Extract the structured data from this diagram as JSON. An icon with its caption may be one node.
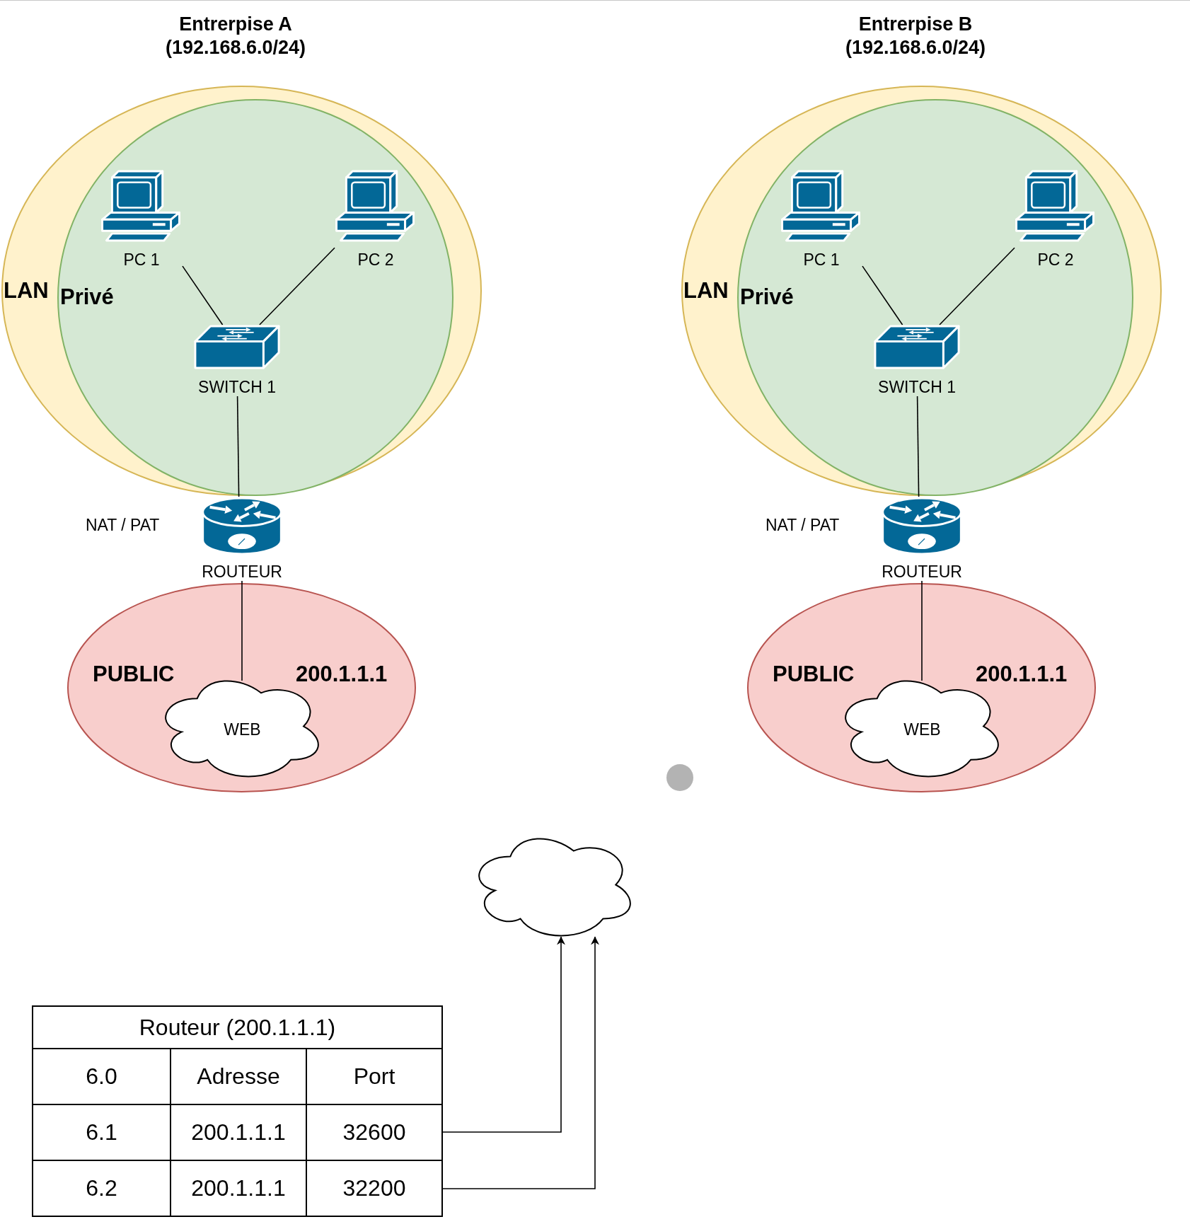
{
  "diagram": {
    "nodes": [
      {
        "text": [
          "LAN"
        ]
      },
      {
        "text": [
          "Privé"
        ],
        "in": 0
      },
      {
        "text": [
          "PC 1"
        ],
        "in": 1
      },
      {
        "text": [
          "PC 2"
        ],
        "in": 1
      },
      {
        "text": [
          "SWITCH 1"
        ],
        "in": 1
      },
      {
        "text": [
          "ROUTEUR"
        ],
        "beside": [
          "NAT / PAT"
        ]
      },
      {
        "text": [
          "PUBLIC",
          "200.1.1.1"
        ]
      },
      {
        "text": [
          "WEB"
        ],
        "in": 6
      },
      {
        "text": [
          "LAN"
        ]
      },
      {
        "text": [
          "Privé"
        ],
        "in": 8
      },
      {
        "text": [
          "PC 1"
        ],
        "in": 9
      },
      {
        "text": [
          "PC 2"
        ],
        "in": 9
      },
      {
        "text": [
          "SWITCH 1"
        ],
        "in": 9
      },
      {
        "text": [
          "ROUTEUR"
        ],
        "beside": [
          "NAT / PAT"
        ]
      },
      {
        "text": [
          "PUBLIC",
          "200.1.1.1"
        ]
      },
      {
        "text": [
          "WEB"
        ],
        "in": 14
      },
      {
        "text": [],
        "shape": "cloud"
      },
      {
        "text": [
          "Routeur (200.1.1.1)"
        ]
      },
      {
        "text": [
          "6.0",
          "Adresse",
          "Port"
        ],
        "in": 17
      },
      {
        "text": [
          "6.1",
          "200.1.1.1",
          "32600"
        ],
        "in": 17
      },
      {
        "text": [
          "6.2",
          "200.1.1.1",
          "32200"
        ],
        "in": 17
      }
    ],
    "edges": [
      {
        "from": 2,
        "to": 4,
        "arrow": "none"
      },
      {
        "from": 3,
        "to": 4,
        "arrow": "none"
      },
      {
        "from": 4,
        "to": 5,
        "arrow": "none"
      },
      {
        "from": 5,
        "to": 7,
        "arrow": "none"
      },
      {
        "from": 10,
        "to": 12,
        "arrow": "none"
      },
      {
        "from": 11,
        "to": 12,
        "arrow": "none"
      },
      {
        "from": 12,
        "to": 13,
        "arrow": "none"
      },
      {
        "from": 13,
        "to": 15,
        "arrow": "none"
      },
      {
        "from": 19,
        "to": 16,
        "arrow": "to"
      },
      {
        "from": 20,
        "to": 16,
        "arrow": "to"
      }
    ],
    "labels": [
      "Entrerpise A (192.168.6.0/24)",
      "Entrerpise B (192.168.6.0/24)"
    ]
  }
}
